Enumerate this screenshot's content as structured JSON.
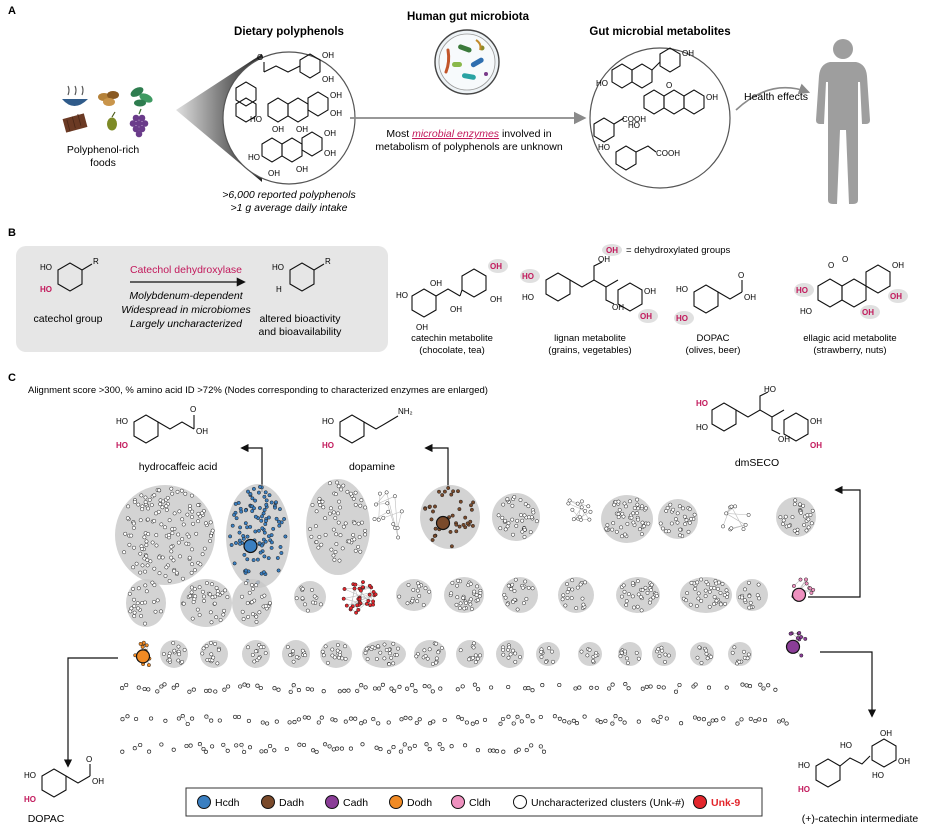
{
  "panel_a": {
    "label": "A",
    "foods_caption": [
      "Polyphenol-rich",
      "foods"
    ],
    "polyphenols_title": "Dietary polyphenols",
    "polyphenols_stats": [
      ">6,000 reported polyphenols",
      ">1 g average daily intake"
    ],
    "microbiota_title": "Human gut microbiota",
    "enzymes_note_prefix": "Most ",
    "enzymes_note_em": "microbial enzymes",
    "enzymes_note_suffix": " involved in",
    "enzymes_note_line2": "metabolism of polyphenols are unknown",
    "metabolites_title": "Gut microbial metabolites",
    "health_effects": "Health effects",
    "chem_labels": {
      "cooh": "COOH",
      "ho": "HO",
      "oh": "OH",
      "o": "O"
    }
  },
  "panel_b": {
    "label": "B",
    "reaction_enzyme": "Catechol dehydroxylase",
    "reaction_props": [
      "Molybdenum-dependent",
      "Widespread in microbiomes",
      "Largely uncharacterized"
    ],
    "substrate_caption": "catechol group",
    "product_caption": [
      "altered bioactivity",
      "and bioavailability"
    ],
    "legend_oh": "OH",
    "legend_text": "= dehydroxylated groups",
    "chem": {
      "ho": "HO",
      "oh": "OH",
      "r": "R",
      "h": "H",
      "o": "O"
    },
    "metabolites": [
      {
        "name": "catechin metabolite",
        "source": "(chocolate, tea)"
      },
      {
        "name": "lignan metabolite",
        "source": "(grains, vegetables)"
      },
      {
        "name": "DOPAC",
        "source": "(olives, beer)"
      },
      {
        "name": "ellagic acid metabolite",
        "source": "(strawberry, nuts)"
      }
    ]
  },
  "panel_c": {
    "label": "C",
    "subtitle": "Alignment score >300, % amino acid ID >72% (Nodes corresponding to characterized enzymes are enlarged)",
    "products": {
      "hydrocaffeic": "hydrocaffeic acid",
      "dopamine": "dopamine",
      "dmseco": "dmSECO",
      "dopac": "DOPAC",
      "catechin_int": "(+)-catechin intermediate"
    },
    "chem": {
      "ho": "HO",
      "oh": "OH",
      "o": "O",
      "nh2": "NH₂"
    },
    "legend": [
      {
        "name": "Hcdh",
        "color": "#3a7fc1"
      },
      {
        "name": "Dadh",
        "color": "#7a4a2b"
      },
      {
        "name": "Cadh",
        "color": "#8a3d97"
      },
      {
        "name": "Dodh",
        "color": "#f08a24"
      },
      {
        "name": "Cldh",
        "color": "#ee91bf"
      },
      {
        "name": "Uncharacterized clusters (Unk-#)",
        "color": "#ffffff"
      },
      {
        "name": "Unk-9",
        "color": "#e3262c"
      }
    ]
  }
}
